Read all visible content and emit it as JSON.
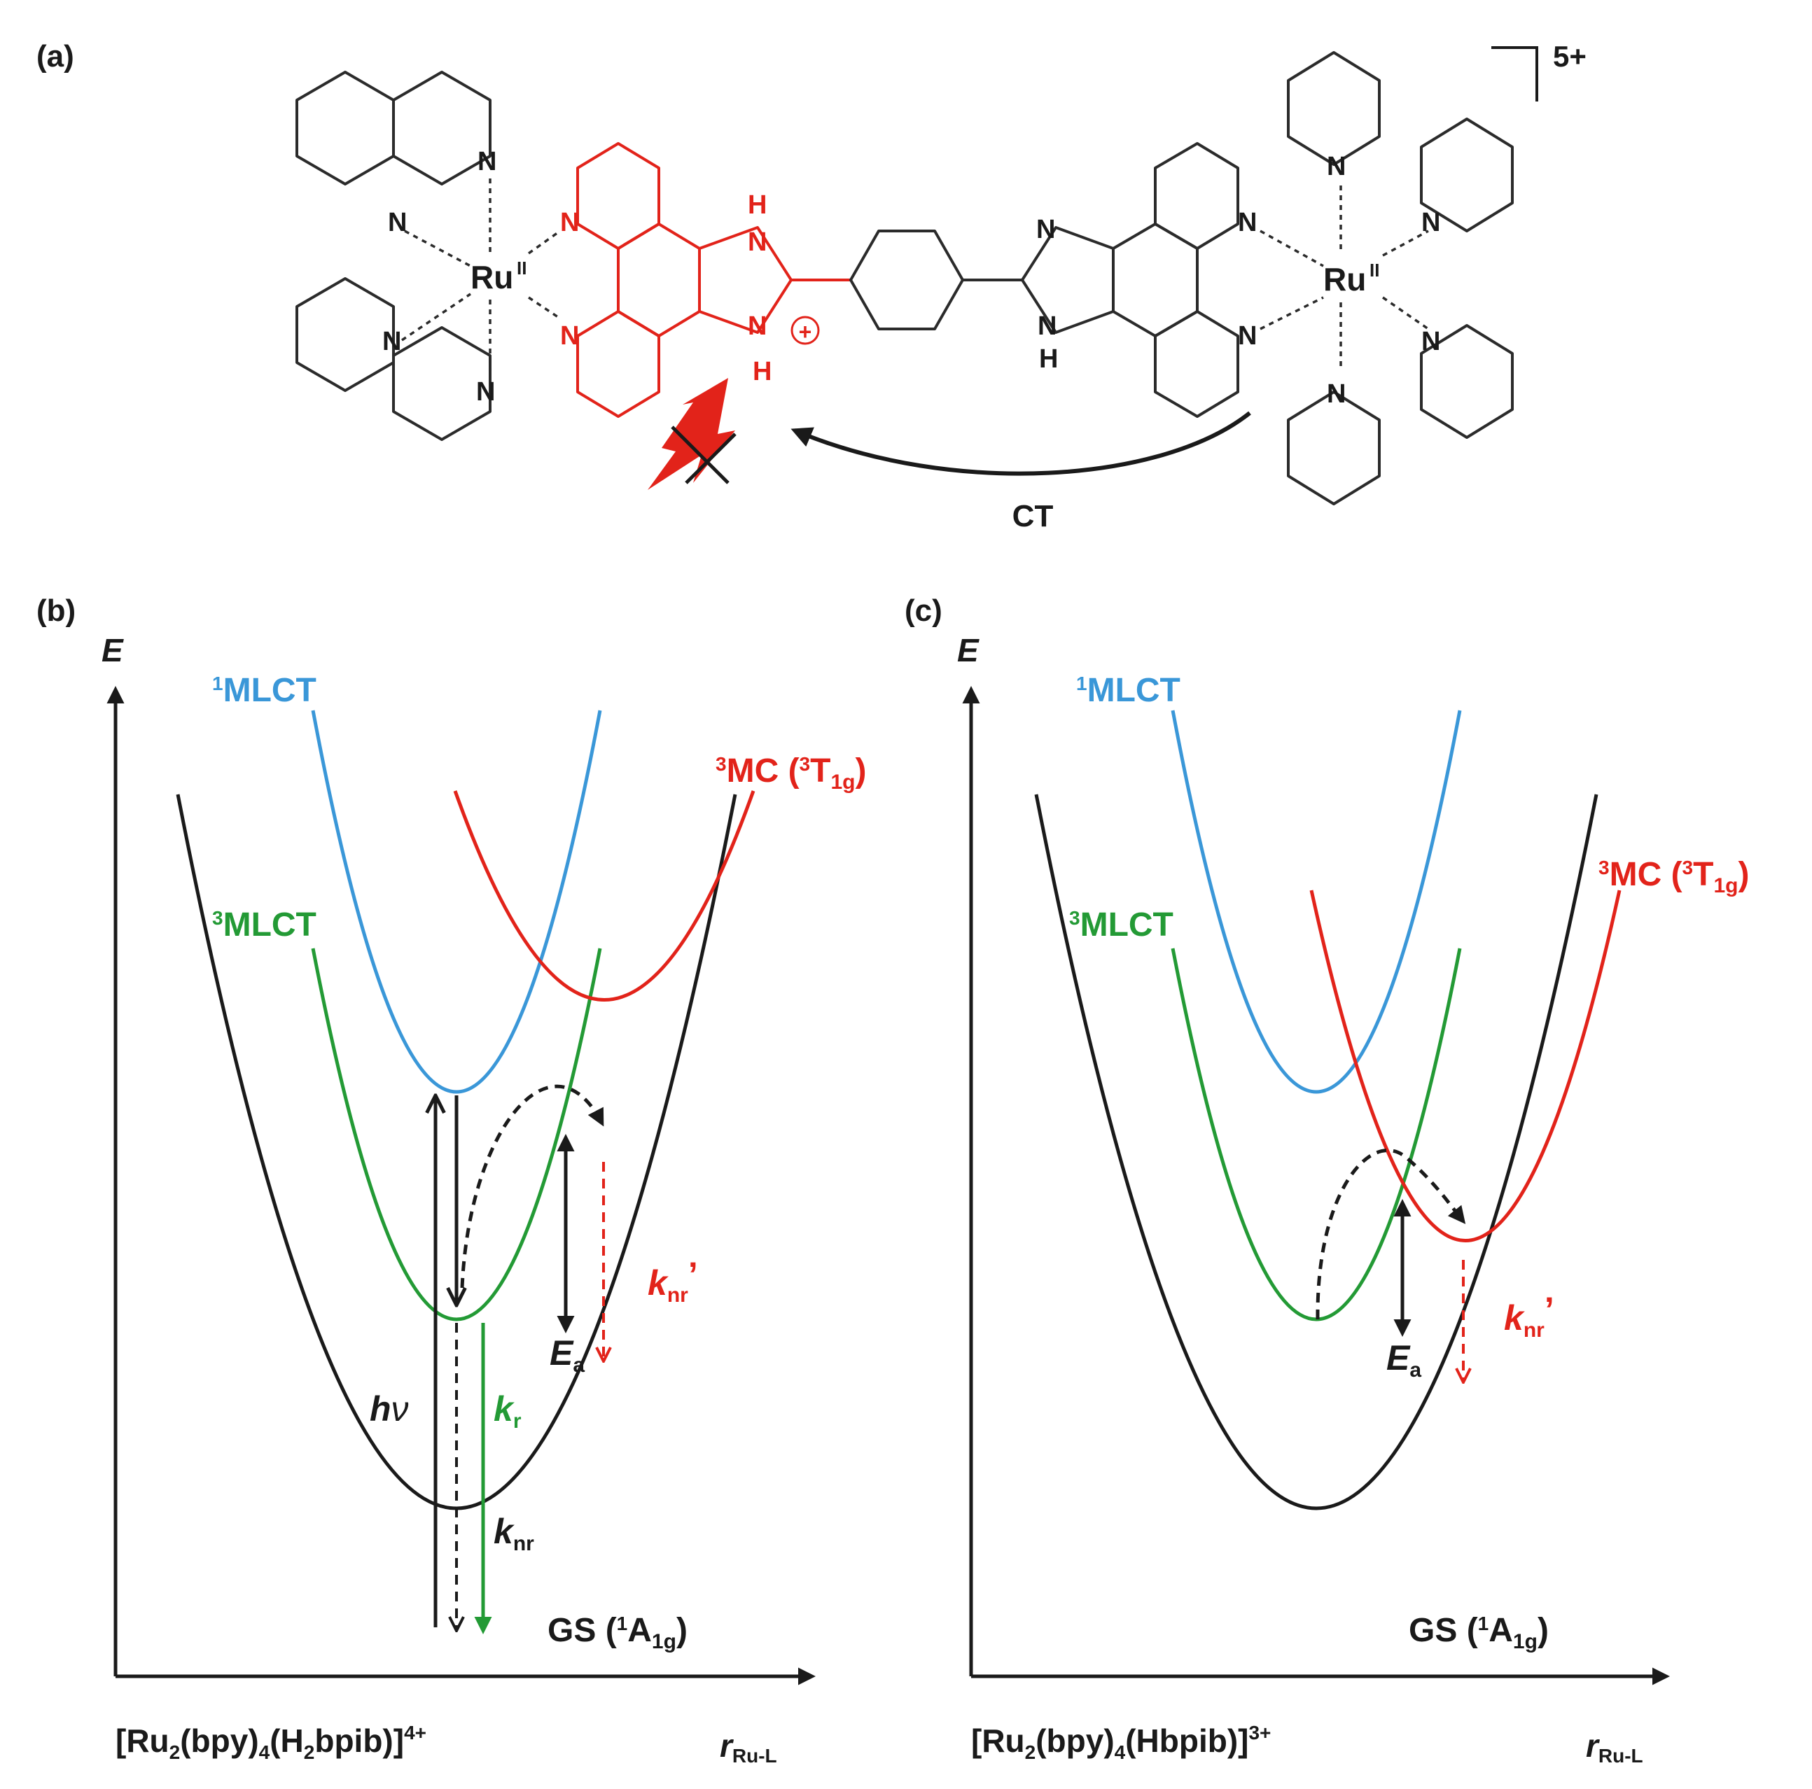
{
  "panels": {
    "a": {
      "label": "(a)",
      "charge": "5+",
      "ru_symbol": "Ru",
      "ru_oxidation": "II",
      "nitrogen": "N",
      "imidazole_nh": "NH",
      "imidazole_n": "N",
      "imidazole_h": "H",
      "plus_sign": "+",
      "ct_label": "CT",
      "colors": {
        "protonated_ligand": "#e2231a",
        "structure": "#2b2b2b"
      }
    },
    "b": {
      "label": "(b)",
      "compound": "[Ru2(bpy)4(H2bpib)]4+",
      "compound_parts": {
        "a": "[Ru",
        "b": "2",
        "c": "(bpy)",
        "d": "4",
        "e": "(H",
        "f": "2",
        "g": "bpib)]",
        "h": "4+"
      }
    },
    "c": {
      "label": "(c)",
      "compound": "[Ru2(bpy)4(Hbpib)]3+",
      "compound_parts": {
        "a": "[Ru",
        "b": "2",
        "c": "(bpy)",
        "d": "4",
        "e": "(Hbpib)]",
        "f": "3+"
      }
    }
  },
  "axes": {
    "y_label": "E",
    "x_label_main": "r",
    "x_label_sub": "Ru-L"
  },
  "states": {
    "mlct1": {
      "sup": "1",
      "text": "MLCT",
      "color": "#3a97d8"
    },
    "mlct3": {
      "sup": "3",
      "text": "MLCT",
      "color": "#239a35"
    },
    "mc3": {
      "sup": "3",
      "text": "MC (",
      "sup2": "3",
      "text2": "T",
      "sub": "1g",
      "close": ")",
      "color": "#e2231a"
    },
    "gs": {
      "text": "GS (",
      "sup": "1",
      "text2": "A",
      "sub": "1g",
      "close": ")",
      "color": "#1a1a1a"
    }
  },
  "processes": {
    "hv": {
      "main": "h",
      "nu": "ν"
    },
    "kr": {
      "main": "k",
      "sub": "r"
    },
    "knr": {
      "main": "k",
      "sub": "nr"
    },
    "knr_prime": {
      "main": "k",
      "sub": "nr",
      "prime": "’"
    },
    "ea": {
      "main": "E",
      "sub": "a"
    }
  }
}
